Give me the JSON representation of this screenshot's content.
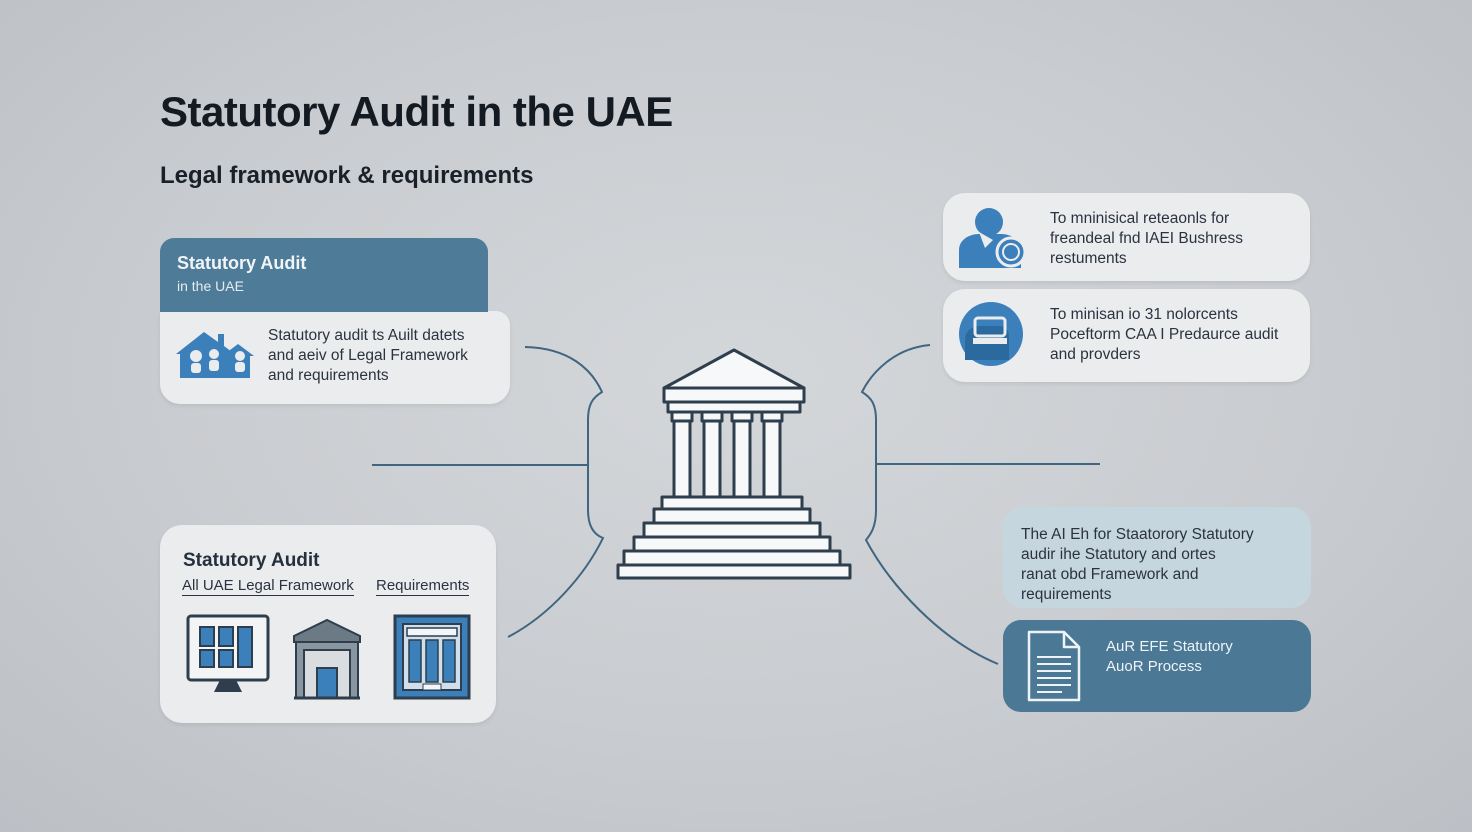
{
  "header": {
    "title": "Statutory Audit in the UAE",
    "subtitle": "Legal framework & requirements"
  },
  "left_top": {
    "header_title": "Statutory Audit",
    "header_subtitle": "in the UAE",
    "icon": "house-people-icon",
    "text": "Statutory audit ts Auilt datets\nand aeiv of Legal Framework\nand requirements"
  },
  "left_bottom": {
    "title": "Statutory Audit",
    "subtitle_left": "All UAE Legal Framework",
    "subtitle_right": "Requirements",
    "icons": [
      "monitor-icon",
      "building-icon",
      "document-panel-icon"
    ]
  },
  "center": {
    "icon": "courthouse-icon"
  },
  "right_top_1": {
    "icon": "user-shield-icon",
    "text": "To mninisical reteaonls for\nfreandeal fnd IAEI Bushress\nrestuments"
  },
  "right_top_2": {
    "icon": "person-globe-icon",
    "text": "To minisan io 31 nolorcents\nPoceftorm CAA I Predaurce audit\nand provders"
  },
  "right_bottom_1": {
    "text": "The AI Eh for Staatorory Statutory\naudir  ihe Statutory and ortes\nranat obd Framework and\nrequirements"
  },
  "right_bottom_2": {
    "icon": "document-icon",
    "text": "AuR EFE Statutory\nAuoR Process"
  },
  "colors": {
    "accent_blue": "#4d7b98",
    "light_blue": "#c6d6df",
    "icon_blue": "#3b80bb",
    "connector": "#3f6580"
  }
}
